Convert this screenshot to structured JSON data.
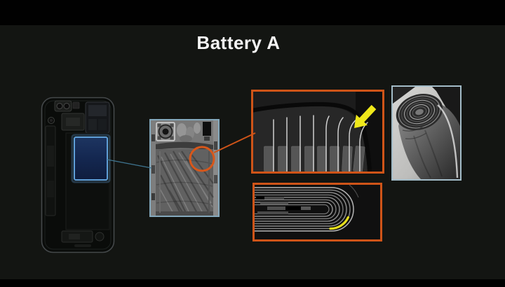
{
  "slide": {
    "title": "Battery A"
  },
  "colors": {
    "background": "#131512",
    "letterbox": "#010101",
    "accent_orange": "#cf5418",
    "callout_circle_orange": "#d8571a",
    "highlight_yellow": "#efe81a",
    "battery_highlight_blue_border": "#5f9fd8",
    "battery_highlight_blue_fill": "#16294e",
    "connector_blue": "#3f7590",
    "xray_frame_blue": "#85a9bd",
    "photo_frame_blue": "#a3bcc8"
  },
  "figures": {
    "phone_xray": "phone-internal-xray",
    "battery_xray": "battery-top-xray",
    "electrode_closeup": "bent-electrode-closeup",
    "jellyroll_section": "jellyroll-cross-section",
    "electrode_photo": "rolled-electrode-photo"
  }
}
